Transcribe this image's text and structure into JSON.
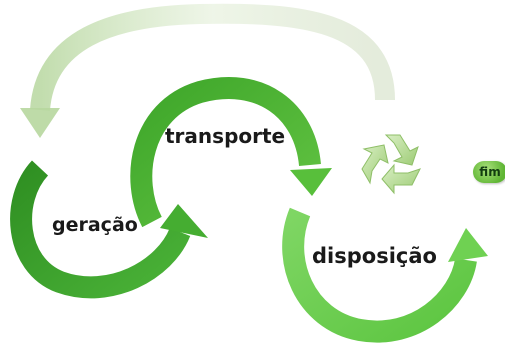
{
  "diagram": {
    "stages": [
      {
        "label": "geração",
        "color": "#2e9a24"
      },
      {
        "label": "transporte",
        "color": "#48b52e"
      },
      {
        "label": "disposição",
        "color": "#7fd664"
      }
    ],
    "end_label": "fim",
    "icons": {
      "recycle": "recycle-icon"
    }
  }
}
